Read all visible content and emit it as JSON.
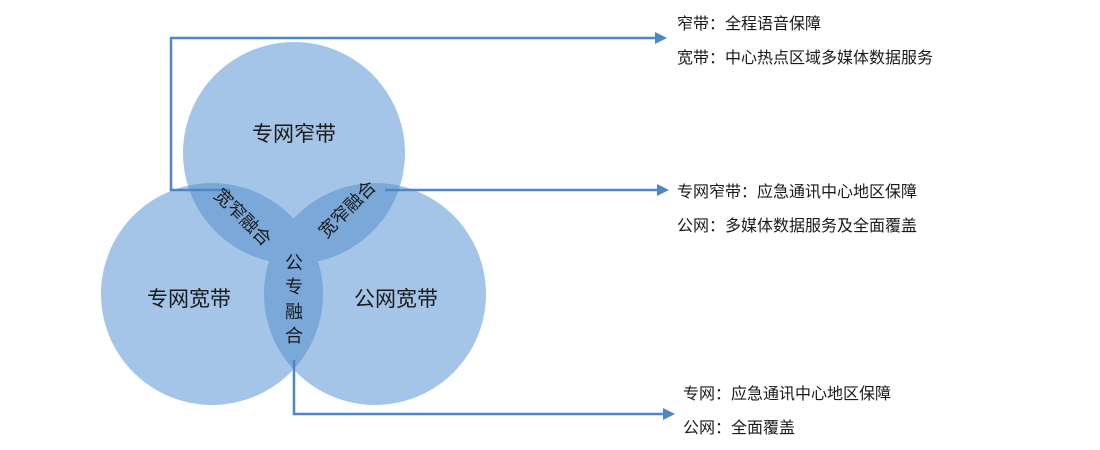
{
  "colors": {
    "circle_fill": "#a4c5e8",
    "overlap_fill": "#7aa8d8",
    "connector": "#4f86c6"
  },
  "circles": {
    "top": "专网窄带",
    "left": "专网宽带",
    "right": "公网宽带"
  },
  "overlaps": {
    "top_left": "宽窄融合",
    "top_right": "宽窄融合",
    "bottom": [
      "公",
      "专",
      "融",
      "合"
    ]
  },
  "notes": {
    "group1": {
      "line1": "窄带：全程语音保障",
      "line2": "宽带：中心热点区域多媒体数据服务"
    },
    "group2": {
      "line1": "专网窄带：应急通讯中心地区保障",
      "line2": "公网：多媒体数据服务及全面覆盖"
    },
    "group3": {
      "line1": "专网：应急通讯中心地区保障",
      "line2": "公网：全面覆盖"
    }
  }
}
